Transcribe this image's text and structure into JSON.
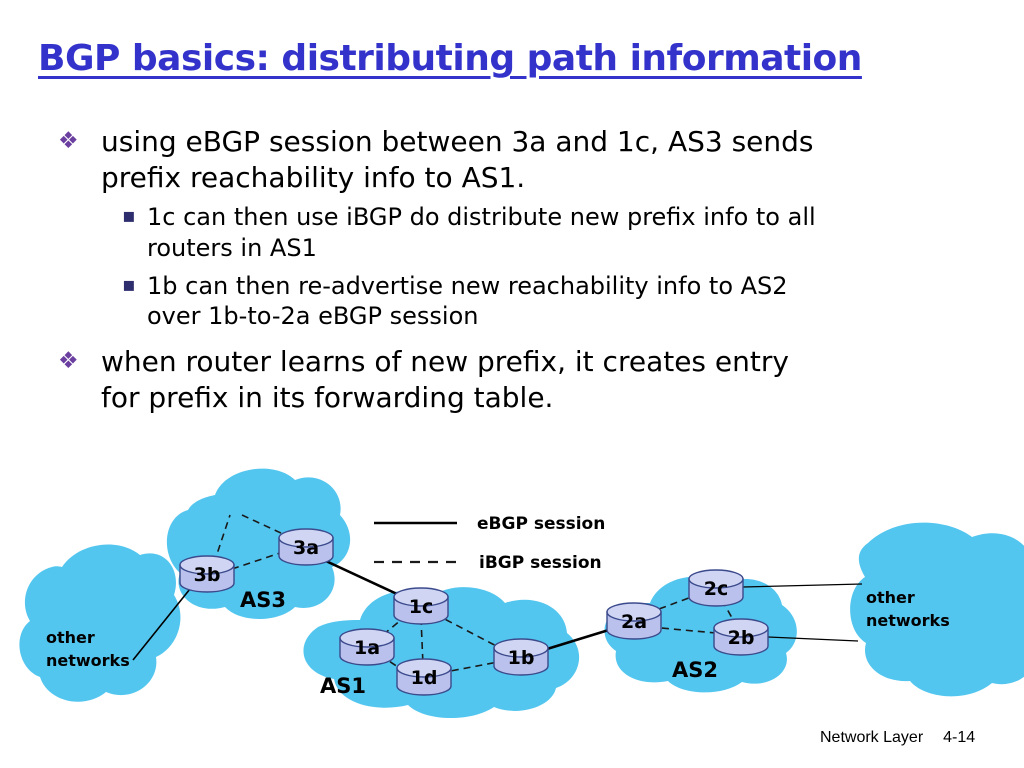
{
  "slide": {
    "title": "BGP basics: distributing path information",
    "footer_label": "Network Layer",
    "page_number": "4-14"
  },
  "glyphs": {
    "diamond": "❖",
    "square": "▪"
  },
  "bullets": [
    {
      "text": "using eBGP session between 3a and 1c, AS3 sends\nprefix reachability info to AS1.",
      "subs": [
        "1c can then use iBGP do distribute new prefix info to all\nrouters in AS1",
        "1b can then re-advertise new reachability info to AS2\nover 1b-to-2a eBGP session"
      ]
    },
    {
      "text": "when router learns of new prefix, it creates entry\nfor prefix in its forwarding table.",
      "subs": []
    }
  ],
  "legend": {
    "ebgp": "eBGP session",
    "ibgp": "iBGP session"
  },
  "diagram": {
    "as3": "AS3",
    "as1": "AS1",
    "as2": "AS2",
    "other_left_1": "other",
    "other_left_2": "networks",
    "other_right_1": "other",
    "other_right_2": "networks",
    "routers": {
      "r3b": "3b",
      "r3a": "3a",
      "r1c": "1c",
      "r1a": "1a",
      "r1d": "1d",
      "r1b": "1b",
      "r2a": "2a",
      "r2c": "2c",
      "r2b": "2b"
    }
  },
  "colors": {
    "title_blue": "#3333cc",
    "cloud": "#53c6ef",
    "router_fill": "#b9c1ec",
    "router_top": "#cfd5f3",
    "router_stroke": "#3b4a8c",
    "diamond_bullet": "#6b3fa0",
    "square_bullet": "#2e2e6e"
  }
}
